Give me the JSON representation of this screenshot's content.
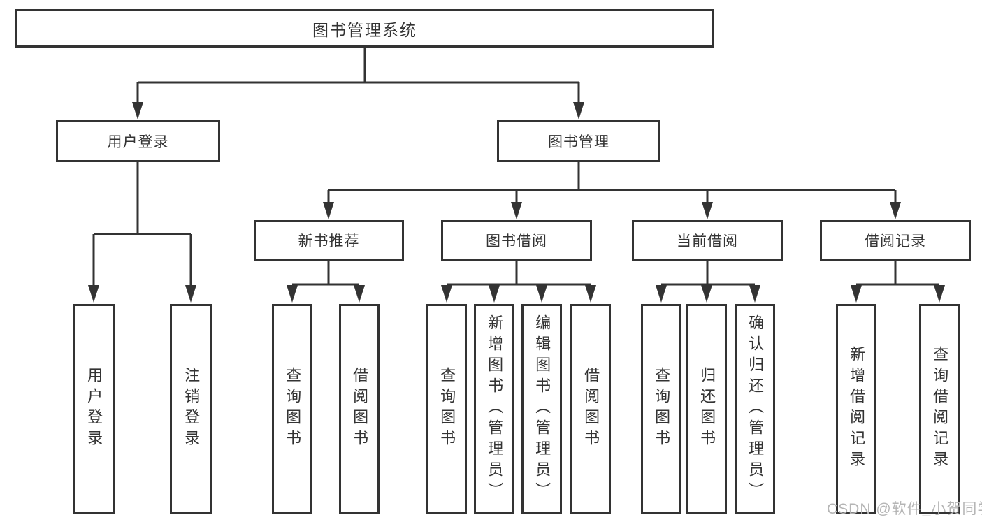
{
  "title": "图书管理系统",
  "watermark": "CSDN @软件_小贺同学",
  "colors": {
    "line": "#333333",
    "box_border": "#333333",
    "text": "#333333",
    "watermark": "#b5b5b5",
    "background": "#ffffff"
  },
  "tree": {
    "root": "图书管理系统",
    "level2": [
      {
        "label": "用户登录",
        "leaves": [
          "用户登录",
          "注销登录"
        ]
      },
      {
        "label": "图书管理",
        "groups": [
          {
            "label": "新书推荐",
            "leaves": [
              "查询图书",
              "借阅图书"
            ]
          },
          {
            "label": "图书借阅",
            "leaves": [
              "查询图书",
              "新增图书（管理员）",
              "编辑图书（管理员）",
              "借阅图书"
            ]
          },
          {
            "label": "当前借阅",
            "leaves": [
              "查询图书",
              "归还图书",
              "确认归还（管理员）"
            ]
          },
          {
            "label": "借阅记录",
            "leaves": [
              "新增借阅记录",
              "查询借阅记录"
            ]
          }
        ]
      }
    ]
  }
}
